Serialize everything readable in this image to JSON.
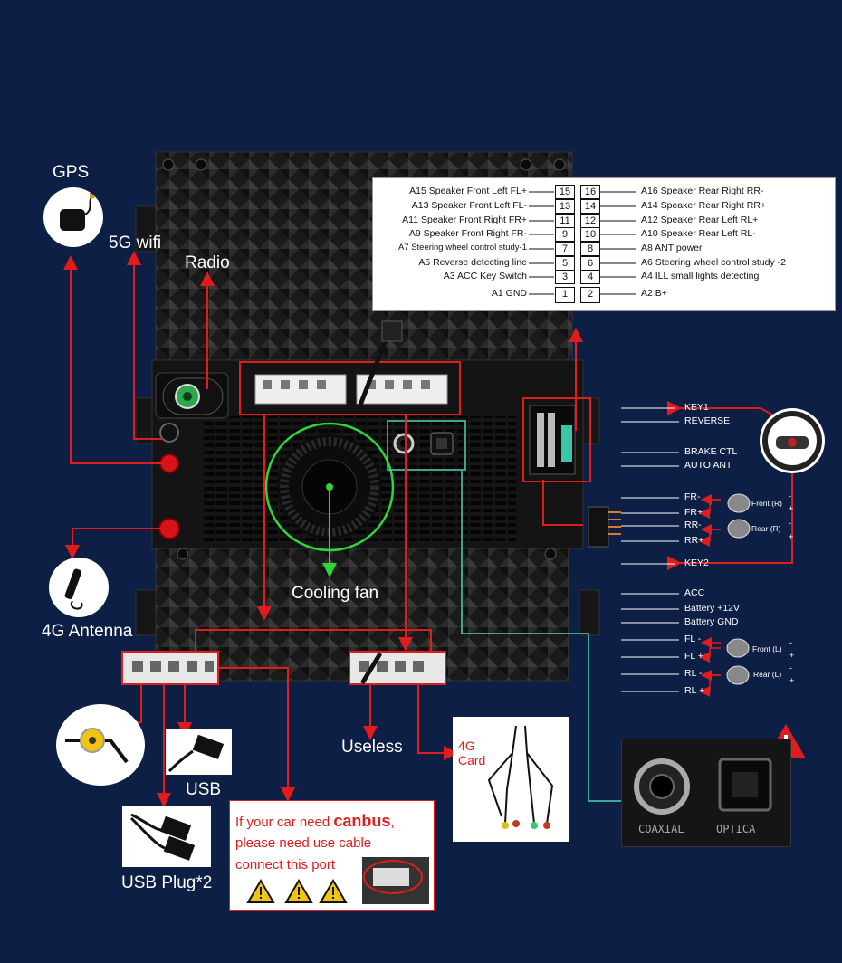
{
  "labels": {
    "gps": "GPS",
    "wifi": "5G wifi",
    "radio": "Radio",
    "cooling_fan": "Cooling fan",
    "antenna_4g": "4G Antenna",
    "usb": "USB",
    "usb_plug": "USB Plug*2",
    "useless": "Useless",
    "card_4g": "4G\nCard",
    "coaxial": "COAXIAL",
    "optical": "OPTICA"
  },
  "canbus_note": {
    "line1_pre": "If your car need ",
    "line1_bold": "canbus",
    "line1_post": ",",
    "line2": "please need use cable",
    "line3": "connect this port"
  },
  "pinout": {
    "left": [
      {
        "label": "A15  Speaker Front Left FL+",
        "num": "15"
      },
      {
        "label": "A13  Speaker Front Left FL-",
        "num": "13"
      },
      {
        "label": "A11  Speaker Front Right FR+",
        "num": "11"
      },
      {
        "label": "A9    Speaker Front Right FR-",
        "num": "9"
      },
      {
        "label": "A7   Steering wheel control study-1",
        "num": "7"
      },
      {
        "label": "A5    Reverse detecting line",
        "num": "5"
      },
      {
        "label": "A3 ACC Key Switch",
        "num": "3"
      },
      {
        "label": "A1 GND",
        "num": "1"
      }
    ],
    "right": [
      {
        "label": "A16 Speaker Rear Right RR-",
        "num": "16"
      },
      {
        "label": "A14 Speaker Rear Right RR+",
        "num": "14"
      },
      {
        "label": "A12 Speaker Rear Left RL+",
        "num": "12"
      },
      {
        "label": "A10 Speaker Rear Left RL-",
        "num": "10"
      },
      {
        "label": "A8   ANT power",
        "num": "8"
      },
      {
        "label": "A6   Steering wheel control study -2",
        "num": "6"
      },
      {
        "label": "A4   ILL small lights detecting",
        "num": "4"
      },
      {
        "label": "A2   B+",
        "num": "2"
      }
    ]
  },
  "wires": {
    "key1": "KEY1",
    "reverse": "REVERSE",
    "brake": "BRAKE CTL",
    "auto_ant": "AUTO ANT",
    "fr_minus": "FR-",
    "fr_plus": "FR+",
    "rr_minus": "RR-",
    "rr_plus": "RR+",
    "key2": "KEY2",
    "acc": "ACC",
    "battery12": "Battery +12V",
    "battery_gnd": "Battery GND",
    "fl_minus": "FL -",
    "fl_plus": "FL +",
    "rl_minus": "RL -",
    "rl_plus": "RL +"
  },
  "speakers": {
    "front_r": "Front (R)",
    "rear_r": "Rear (R)",
    "front_l": "Front (L)",
    "rear_l": "Rear (L)",
    "minus": "-",
    "plus": "+"
  },
  "colors": {
    "background": "#0e1f45",
    "arrow_red": "#e01c1c",
    "highlight_green": "#2fd63a",
    "teal_line": "#4fd1b5",
    "chassis": "#1b1b1b"
  }
}
